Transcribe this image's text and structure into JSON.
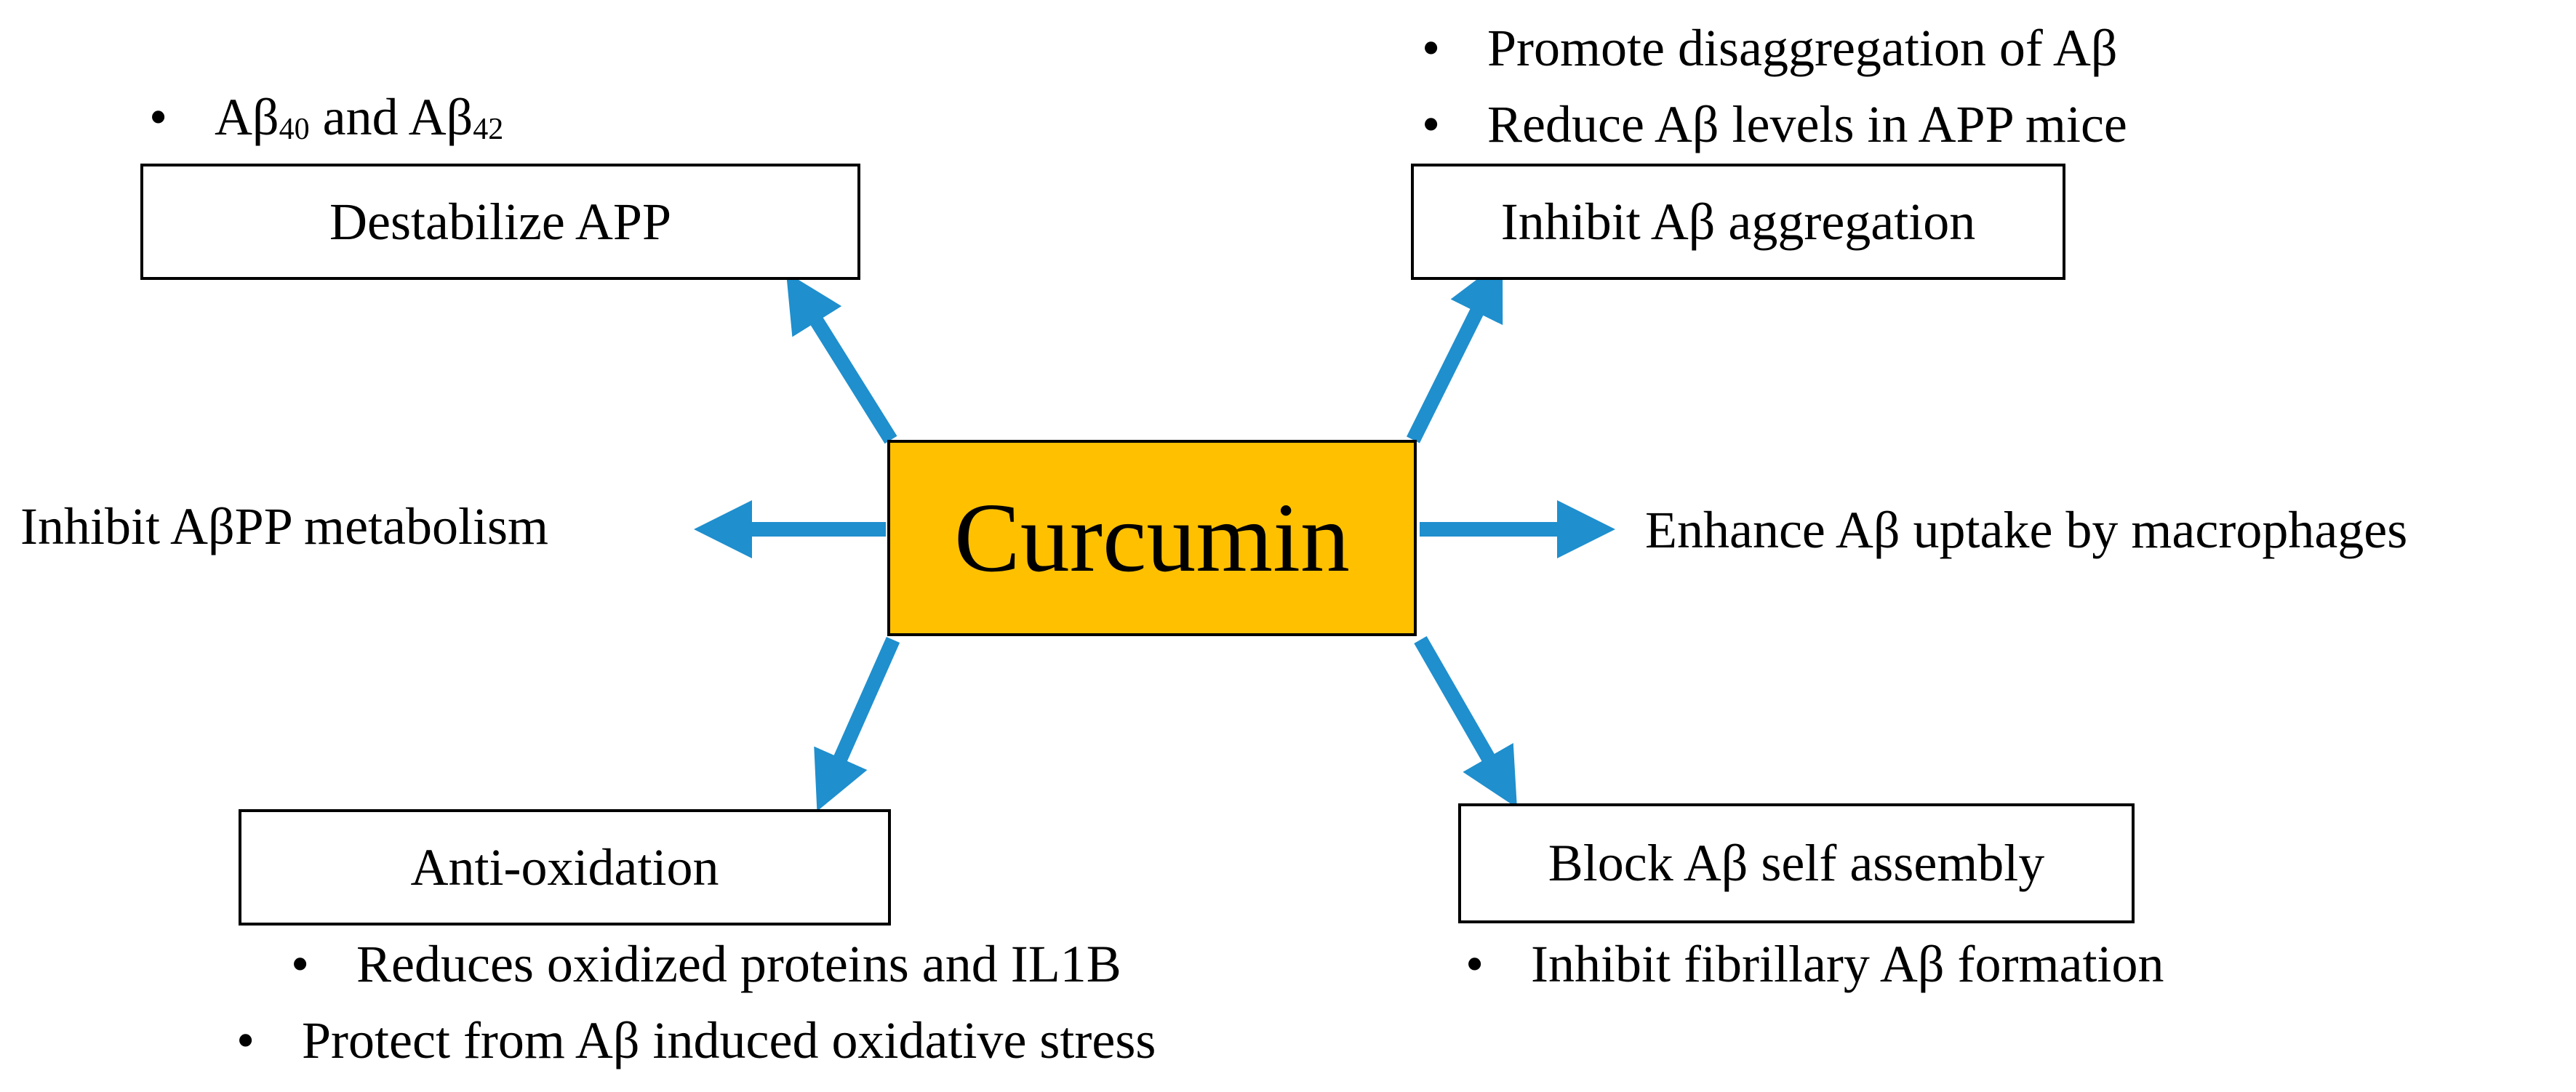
{
  "center": {
    "label": "Curcumin",
    "color": "#FFC000"
  },
  "arrow_color": "#1F8FCE",
  "nodes": {
    "top_left": {
      "label": "Destabilize APP",
      "bullets": [
        {
          "prefix": "Aβ",
          "sub1": "40",
          "mid": " and Aβ",
          "sub2": "42"
        }
      ]
    },
    "top_right": {
      "label": "Inhibit Aβ aggregation",
      "bullets": [
        "Promote disaggregation of Aβ",
        "Reduce Aβ levels in APP mice"
      ]
    },
    "left": {
      "label": "Inhibit AβPP metabolism"
    },
    "right": {
      "label": "Enhance Aβ uptake by macrophages"
    },
    "bottom_left": {
      "label": "Anti-oxidation",
      "bullets": [
        "Reduces oxidized proteins and IL1B",
        "Protect from Aβ induced oxidative stress"
      ]
    },
    "bottom_right": {
      "label": "Block Aβ self assembly",
      "bullets": [
        "Inhibit fibrillary Aβ formation"
      ]
    }
  },
  "bullet_char": "•"
}
